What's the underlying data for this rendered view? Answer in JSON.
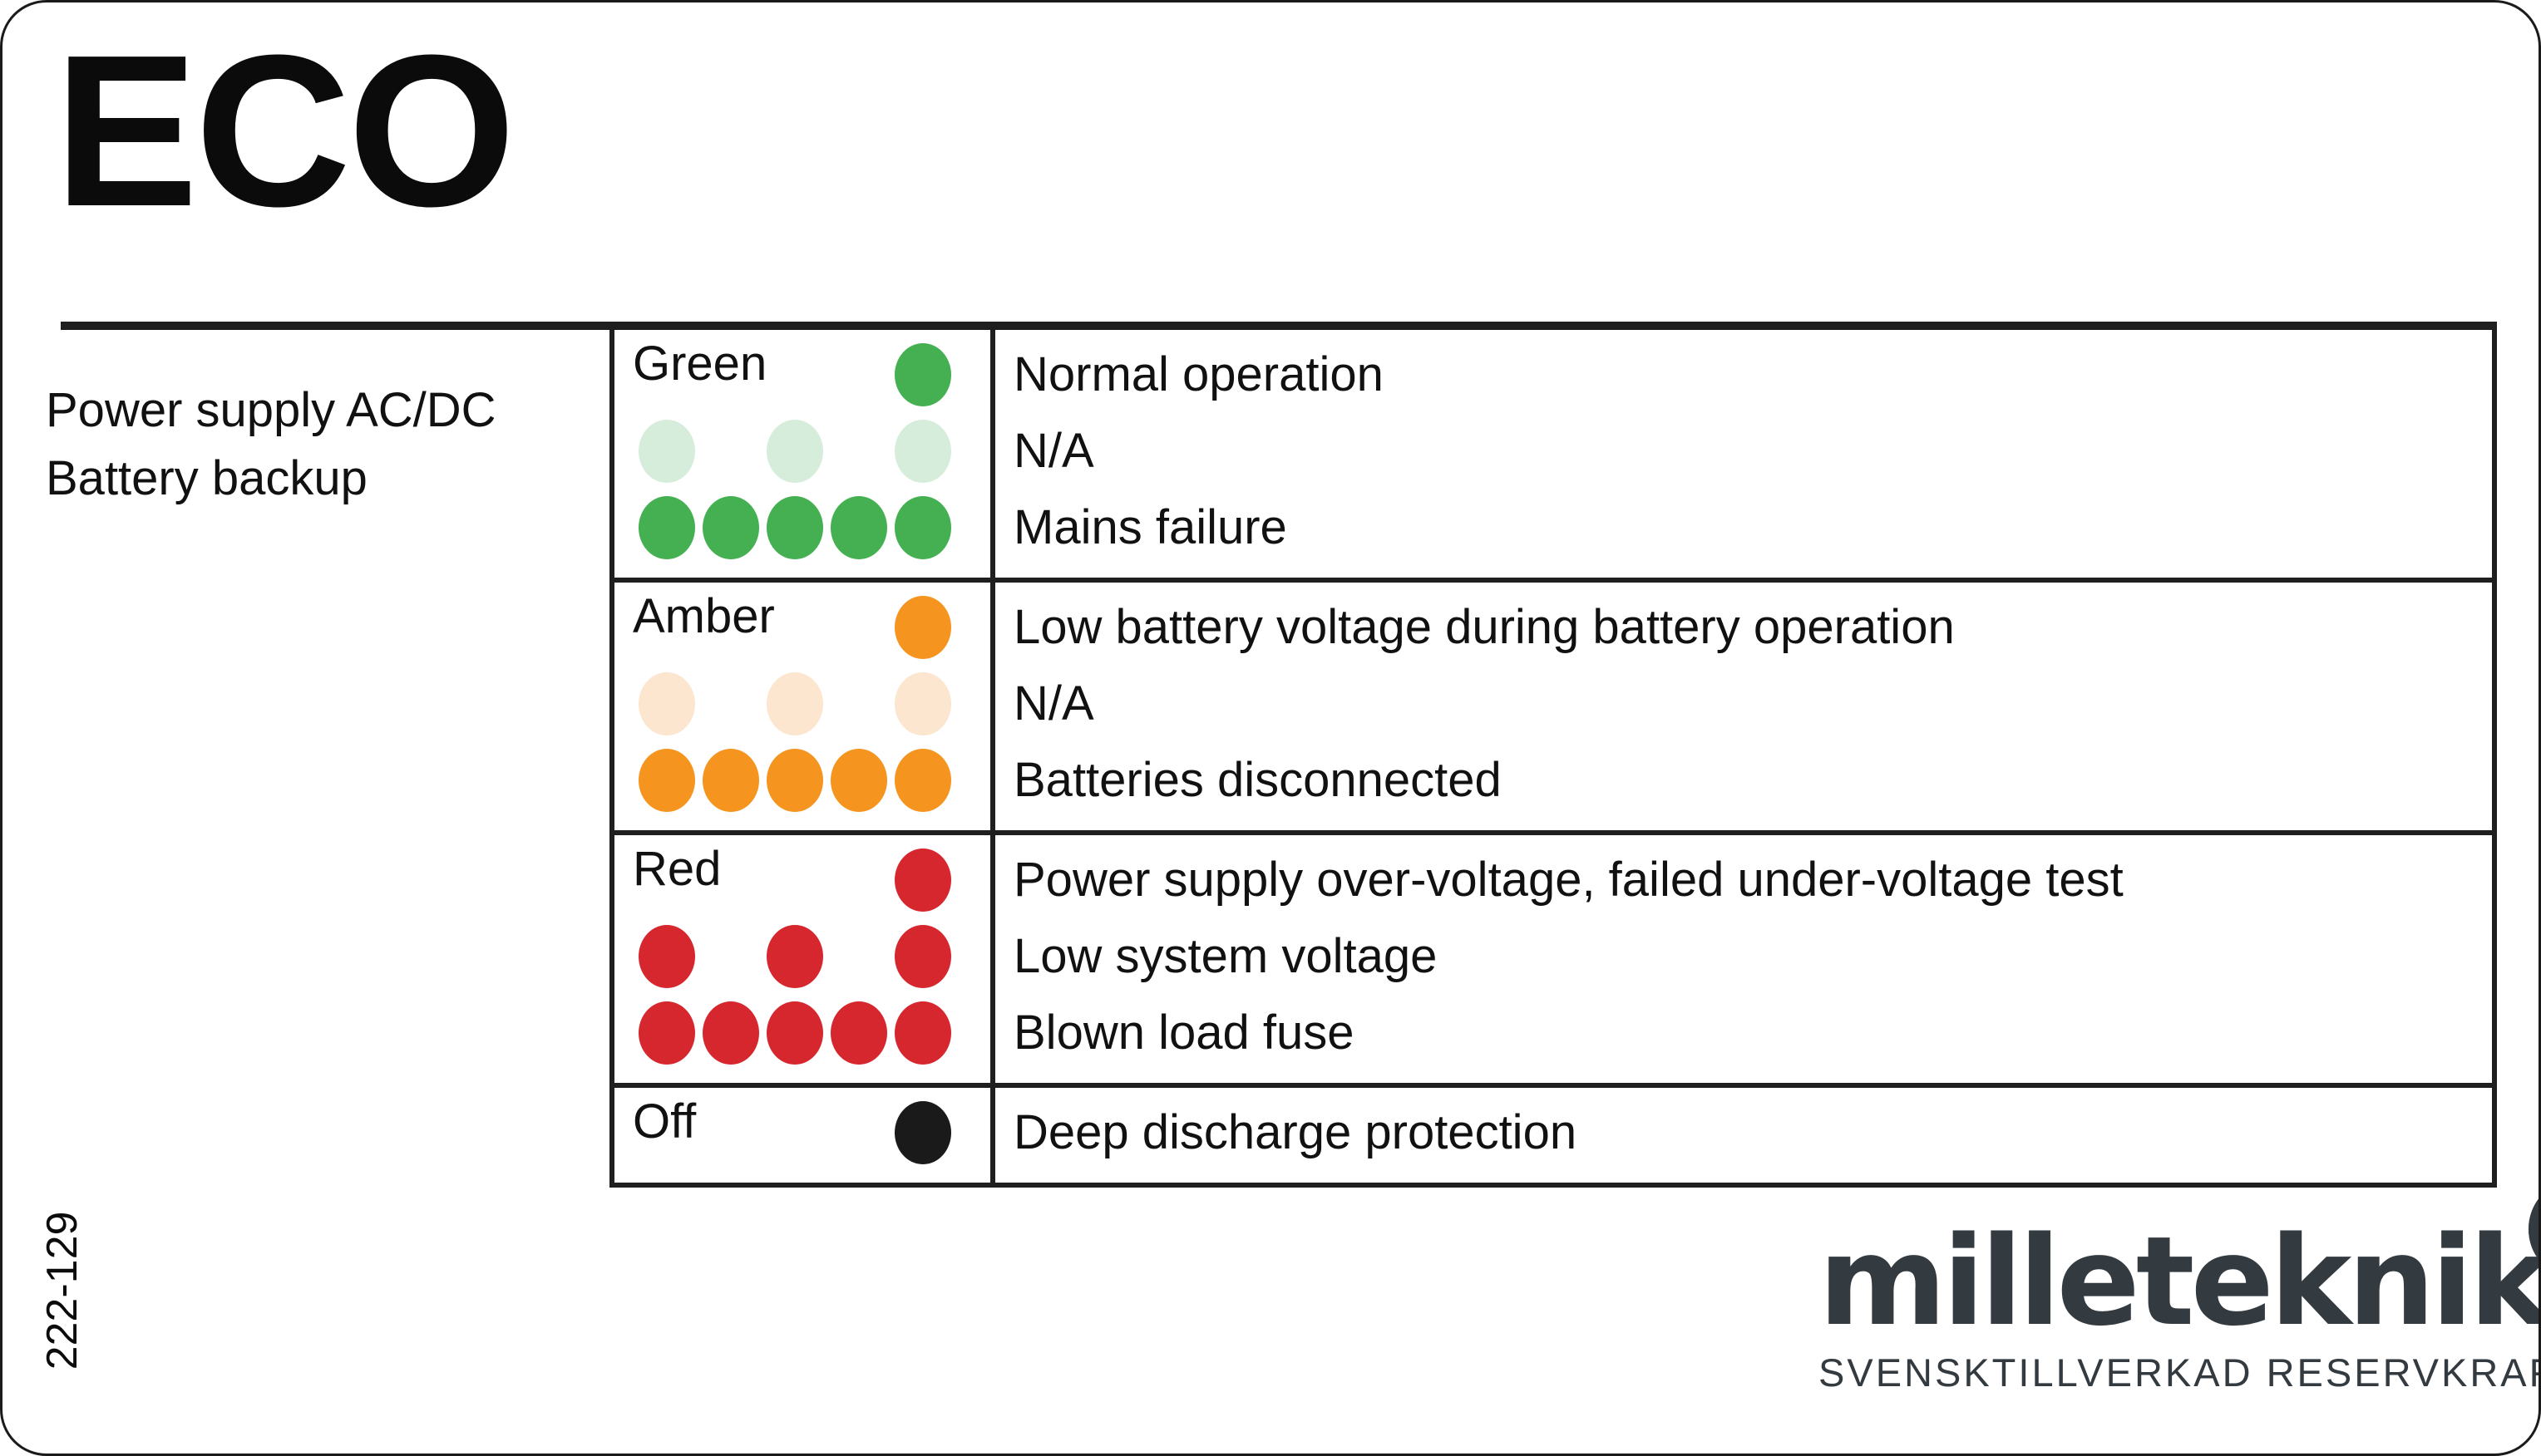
{
  "card": {
    "title": "ECO",
    "subtitle_lines": [
      "Power supply AC/DC",
      "Battery backup"
    ],
    "article_code": "222-129"
  },
  "colors": {
    "green": "#45b051",
    "green_faded": "#d7eddb",
    "amber": "#f5951f",
    "amber_faded": "#fce6cf",
    "red": "#d6262e",
    "red_faded": "#d6262e",
    "off": "#1a1a1a",
    "border": "#1f1f1f",
    "brand": "#343b40"
  },
  "status_table": {
    "rows": [
      {
        "color_name": "Green",
        "led_color": "#45b051",
        "led_color_faded": "#d7eddb",
        "patterns": [
          {
            "slots": [
              0,
              0,
              0,
              0,
              1
            ],
            "state": "solid"
          },
          {
            "slots": [
              1,
              0,
              1,
              0,
              1
            ],
            "state": "faded"
          },
          {
            "slots": [
              1,
              1,
              1,
              1,
              1
            ],
            "state": "solid"
          }
        ],
        "descriptions": [
          "Normal operation",
          "N/A",
          "Mains failure"
        ]
      },
      {
        "color_name": "Amber",
        "led_color": "#f5951f",
        "led_color_faded": "#fce6cf",
        "patterns": [
          {
            "slots": [
              0,
              0,
              0,
              0,
              1
            ],
            "state": "solid"
          },
          {
            "slots": [
              1,
              0,
              1,
              0,
              1
            ],
            "state": "faded"
          },
          {
            "slots": [
              1,
              1,
              1,
              1,
              1
            ],
            "state": "solid"
          }
        ],
        "descriptions": [
          "Low battery voltage during battery operation",
          "N/A",
          "Batteries disconnected"
        ]
      },
      {
        "color_name": "Red",
        "led_color": "#d6262e",
        "led_color_faded": "#d6262e",
        "patterns": [
          {
            "slots": [
              0,
              0,
              0,
              0,
              1
            ],
            "state": "solid"
          },
          {
            "slots": [
              1,
              0,
              1,
              0,
              1
            ],
            "state": "solid"
          },
          {
            "slots": [
              1,
              1,
              1,
              1,
              1
            ],
            "state": "solid"
          }
        ],
        "descriptions": [
          "Power supply over-voltage, failed under-voltage test",
          "Low system voltage",
          "Blown load fuse"
        ]
      },
      {
        "color_name": "Off",
        "led_color": "#1a1a1a",
        "led_color_faded": "#1a1a1a",
        "patterns": [
          {
            "slots": [
              0,
              0,
              0,
              0,
              1
            ],
            "state": "solid"
          }
        ],
        "descriptions": [
          "Deep discharge protection"
        ]
      }
    ]
  },
  "brand": {
    "wordmark": "milleteknik",
    "tagline": "SVENSKTILLVERKAD RESERVKRAFT",
    "badge_icon": "zigzag-m-badge-icon"
  }
}
